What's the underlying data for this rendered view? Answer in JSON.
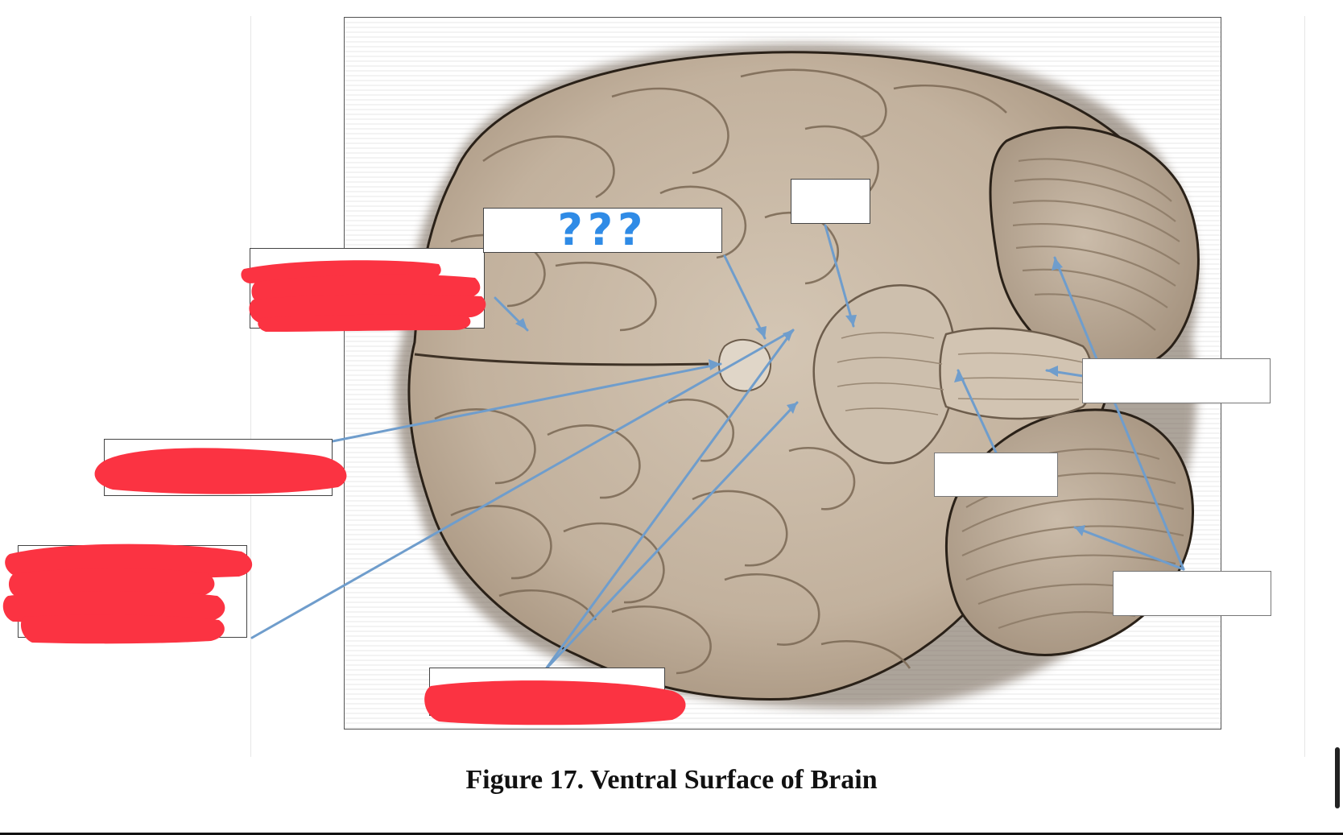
{
  "figure": {
    "caption": "Figure 17.  Ventral Surface of Brain"
  },
  "annotation": {
    "question_marks": "???",
    "marker_color": "#2f8be6",
    "redaction_color": "#fb3342"
  },
  "colors": {
    "brain_tissue": "#c8b8a6",
    "brain_shadow": "#8a7a68",
    "pointer_line": "#6f9dcc"
  },
  "label_boxes": [
    {
      "id": "olfactory-box",
      "content": "redacted"
    },
    {
      "id": "question-box",
      "content": "???"
    },
    {
      "id": "pons-box",
      "content": "blank"
    },
    {
      "id": "optic-box",
      "content": "redacted"
    },
    {
      "id": "infundibulum-box",
      "content": "redacted"
    },
    {
      "id": "medulla-box",
      "content": "blank"
    },
    {
      "id": "cranial-nerve-box",
      "content": "redacted"
    },
    {
      "id": "right-mid-box",
      "content": "blank"
    },
    {
      "id": "cerebellum-box",
      "content": "blank"
    }
  ]
}
